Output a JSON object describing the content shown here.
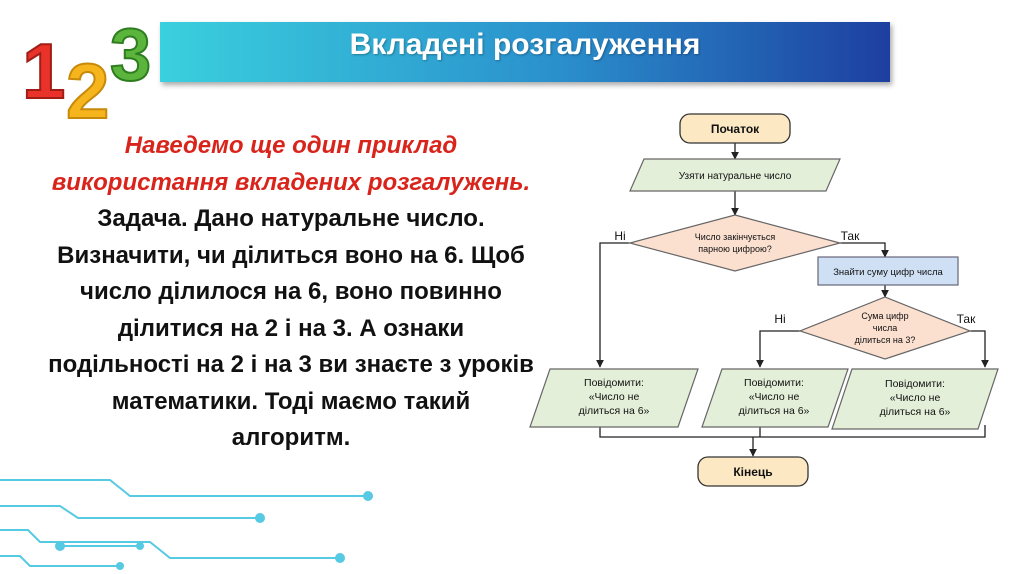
{
  "header": {
    "title": "Вкладені розгалуження"
  },
  "logo": {
    "digits": [
      "1",
      "2",
      "3"
    ]
  },
  "text": {
    "intro_lines": [
      "Наведемо ще один приклад",
      "використання вкладених розгалужень."
    ],
    "task_lines": [
      "Задача. Дано натуральне число.",
      "Визначити, чи ділиться воно на 6. Щоб",
      "число ділилося на 6, воно повинно",
      "ділитися на 2 і на 3. А ознаки",
      "подільності на 2 і на 3 ви знаєте з уроків",
      "математики. Тоді маємо такий",
      "алгоритм."
    ]
  },
  "flowchart": {
    "start": "Початок",
    "input": "Узяти натуральне число",
    "decision1": {
      "lines": [
        "Число закінчується",
        "парною цифрою?"
      ],
      "no": "Ні",
      "yes": "Так"
    },
    "process": "Знайти суму цифр числа",
    "decision2": {
      "lines": [
        "Сума цифр",
        "числа",
        "ділиться на 3?"
      ],
      "no": "Ні",
      "yes": "Так"
    },
    "output_left": [
      "Повідомити:",
      "«Число не",
      "ділиться на 6»"
    ],
    "output_mid": [
      "Повідомити:",
      "«Число не",
      "ділиться на 6»"
    ],
    "output_right": [
      "Повідомити:",
      "«Число не",
      "ділиться на 6»"
    ],
    "end": "Кінець"
  },
  "colors": {
    "terminal_fill": "#fde8c4",
    "input_fill": "#e4efd9",
    "decision_fill": "#fbe0d0",
    "process_fill": "#cfe0f5",
    "intro_text": "#d9241c",
    "title_gradient_start": "#3ad0de",
    "title_gradient_end": "#1d3fa0",
    "decor_line": "#56c9e3"
  }
}
